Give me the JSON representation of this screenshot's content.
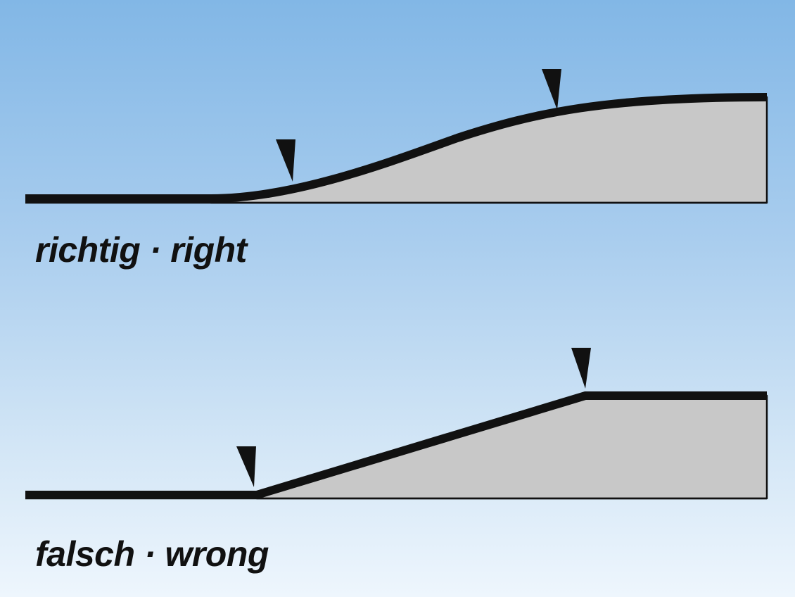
{
  "captions": {
    "right": "richtig · right",
    "wrong": "falsch · wrong"
  },
  "colors": {
    "ramp_fill": "#c8c8c8",
    "line": "#111111",
    "marker": "#111111"
  },
  "diagrams": [
    {
      "name": "right",
      "transition": "smooth-curve",
      "marker_count": 2
    },
    {
      "name": "wrong",
      "transition": "straight-kink",
      "marker_count": 2
    }
  ]
}
